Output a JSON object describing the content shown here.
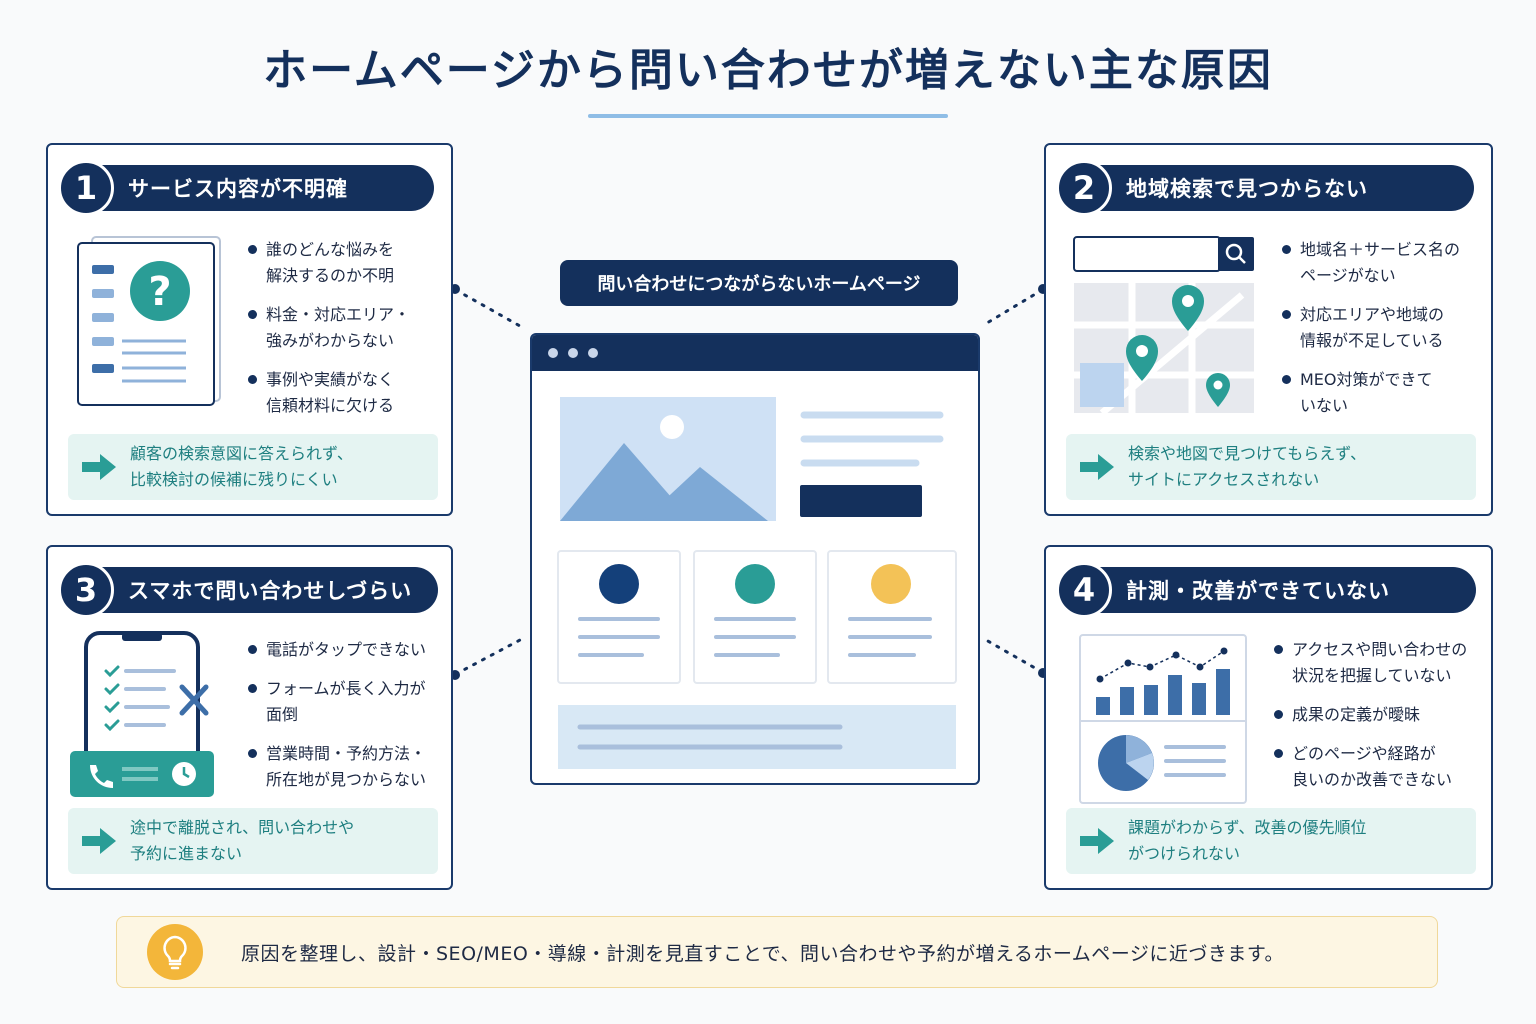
{
  "title": "ホームページから問い合わせが増えない主な原因",
  "center": {
    "label": "問い合わせにつながらないホームページ"
  },
  "cards": [
    {
      "number": "1",
      "title": "サービス内容が不明確",
      "bullets": [
        "誰のどんな悩みを\n解決するのか不明",
        "料金・対応エリア・\n強みがわからない",
        "事例や実績がなく\n信頼材料に欠ける"
      ],
      "result": "顧客の検索意図に答えられず、\n比較検討の候補に残りにくい",
      "icon": "document-question-icon"
    },
    {
      "number": "2",
      "title": "地域検索で見つからない",
      "bullets": [
        "地域名＋サービス名の\nページがない",
        "対応エリアや地域の\n情報が不足している",
        "MEO対策ができて\nいない"
      ],
      "result": "検索や地図で見つけてもらえず、\nサイトにアクセスされない",
      "icon": "map-search-icon"
    },
    {
      "number": "3",
      "title": "スマホで問い合わせしづらい",
      "bullets": [
        "電話がタップできない",
        "フォームが長く入力が\n面倒",
        "営業時間・予約方法・\n所在地が見つからない"
      ],
      "result": "途中で離脱され、問い合わせや\n予約に進まない",
      "icon": "smartphone-form-icon"
    },
    {
      "number": "4",
      "title": "計測・改善ができていない",
      "bullets": [
        "アクセスや問い合わせの\n状況を把握していない",
        "成果の定義が曖昧",
        "どのページや経路が\n良いのか改善できない"
      ],
      "result": "課題がわからず、改善の優先順位\nがつけられない",
      "icon": "analytics-chart-icon"
    }
  ],
  "footer": {
    "text": "原因を整理し、設計・SEO/MEO・導線・計測を見直すことで、問い合わせや予約が増えるホームページに近づきます。",
    "icon": "lightbulb-icon"
  },
  "colors": {
    "navy": "#14305c",
    "teal": "#2a9d96",
    "accent_blue": "#8fbde6",
    "yellow": "#f3b63a",
    "result_bg": "#e5f4f2"
  }
}
